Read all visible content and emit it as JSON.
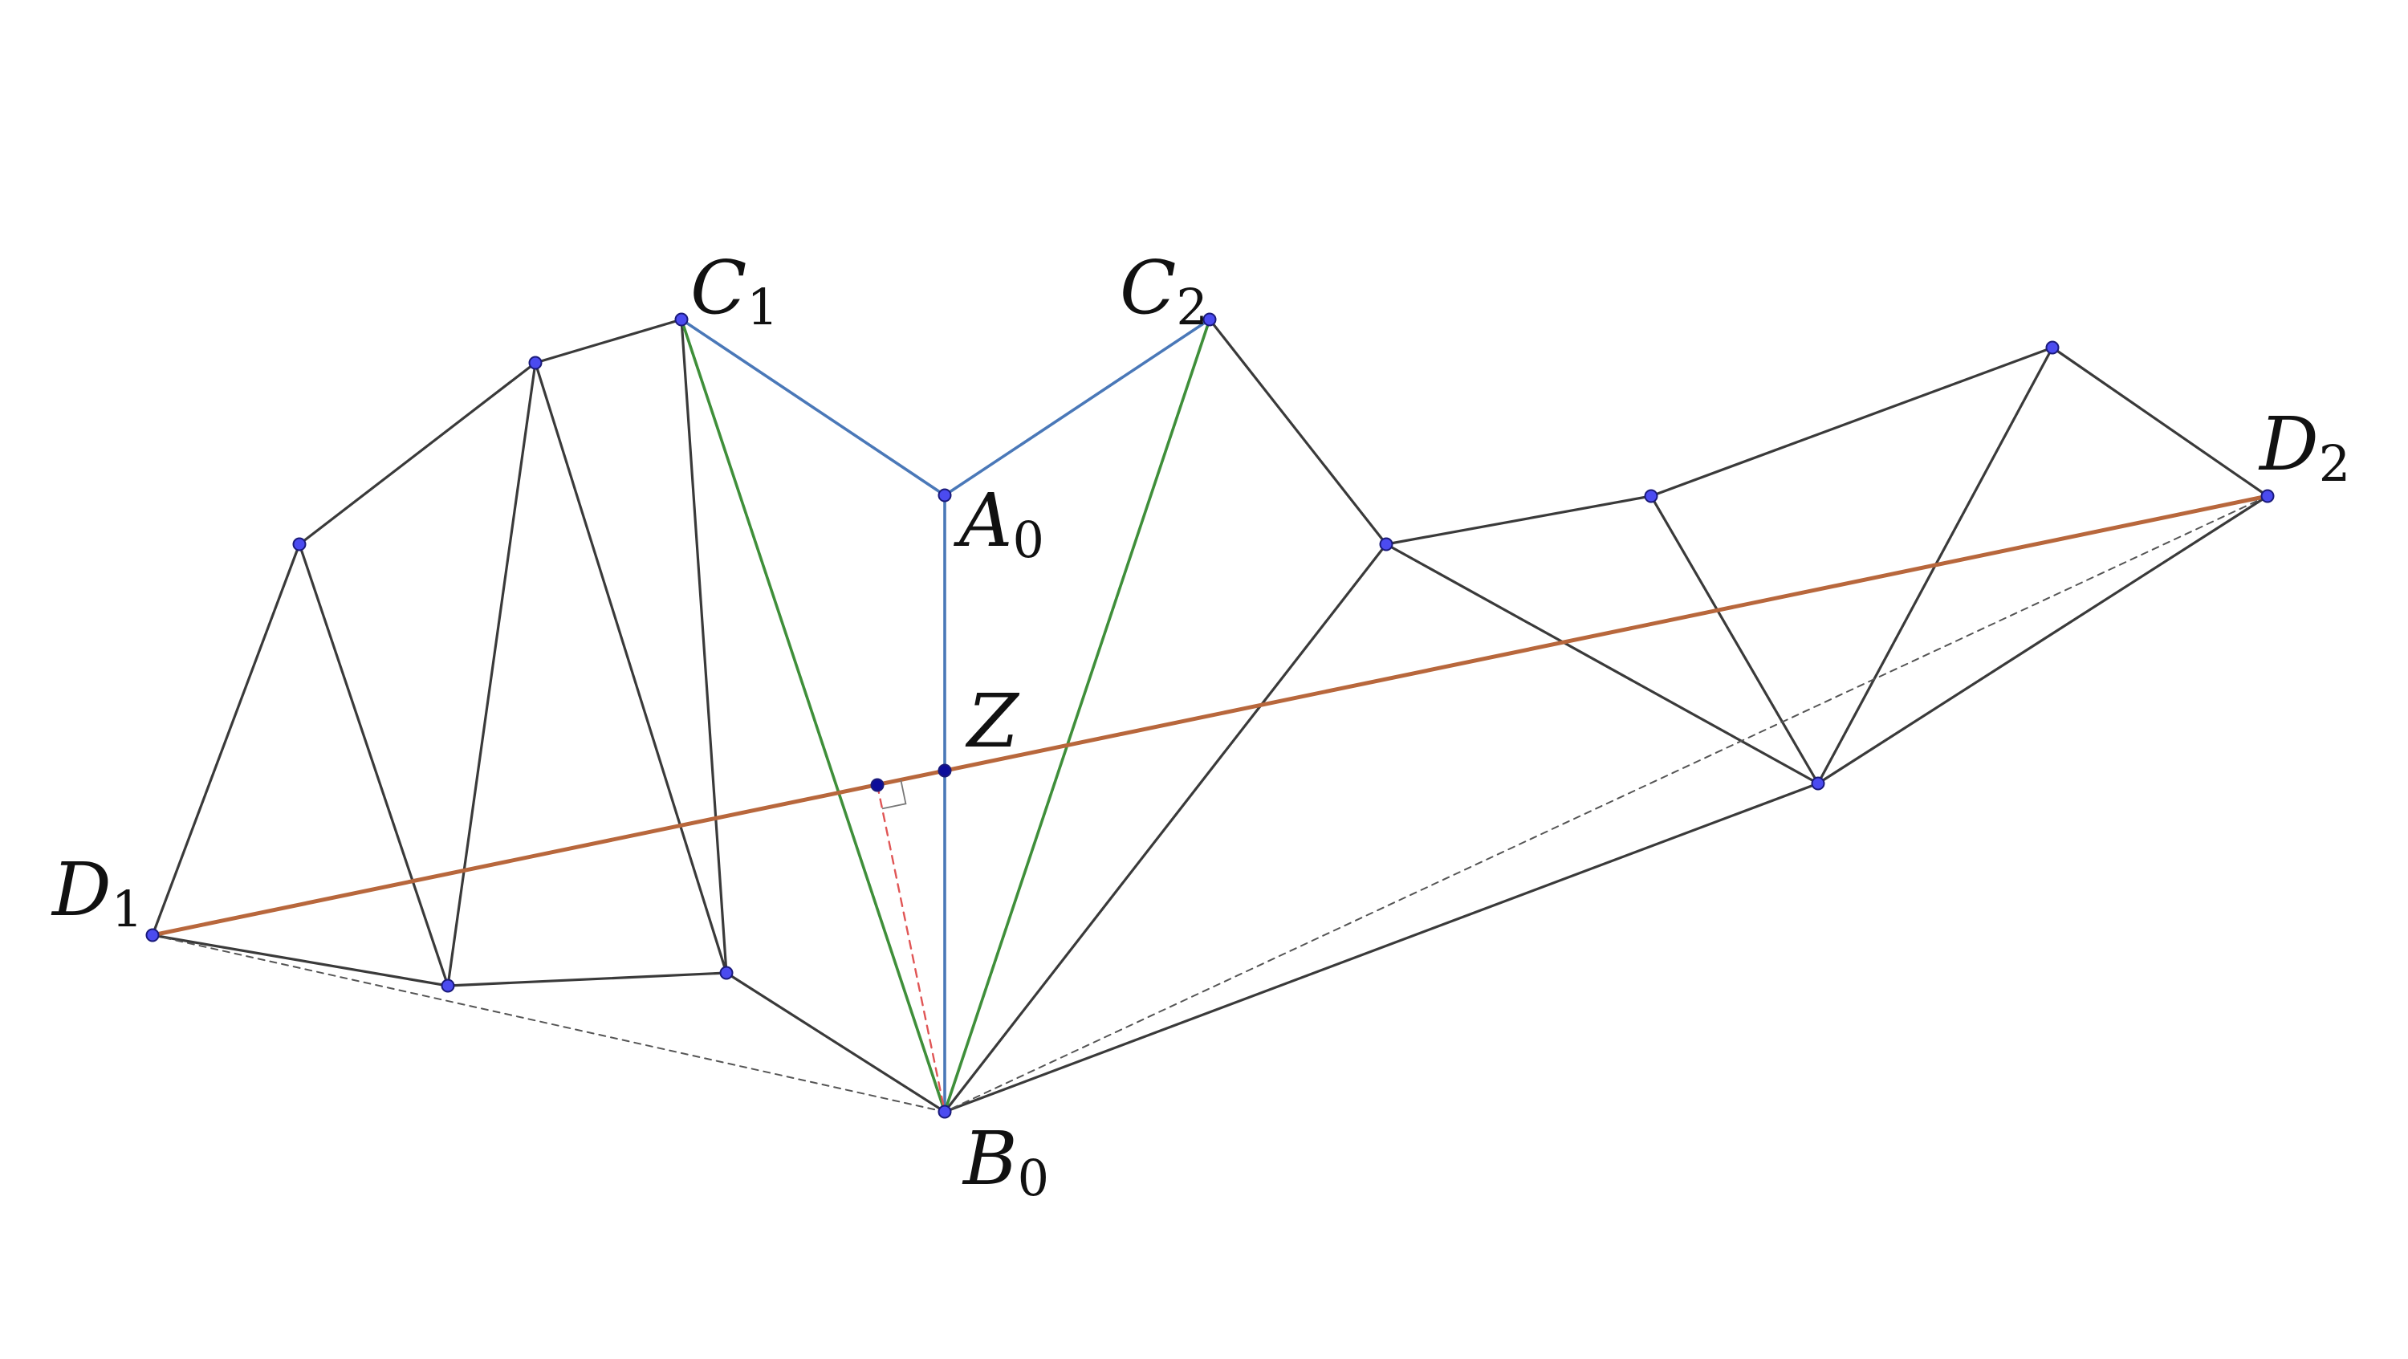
{
  "labels": {
    "C1": {
      "letter": "C",
      "sub": "1"
    },
    "C2": {
      "letter": "C",
      "sub": "2"
    },
    "A0": {
      "letter": "A",
      "sub": "0"
    },
    "Z": {
      "letter": "Z",
      "sub": ""
    },
    "D1": {
      "letter": "D",
      "sub": "1"
    },
    "D2": {
      "letter": "D",
      "sub": "2"
    },
    "B0": {
      "letter": "B",
      "sub": "0"
    }
  },
  "colors": {
    "edge": "#3a3a3a",
    "blue_path": "#4a78b8",
    "green_path": "#3f8f3a",
    "orange_segment": "#b8673c",
    "red_dashed": "#e05555",
    "grey_dashed": "#555555",
    "point_fill": "#4b4bf0",
    "point_stroke": "#1a1a7a",
    "dark_point_fill": "#0d0d9a"
  }
}
